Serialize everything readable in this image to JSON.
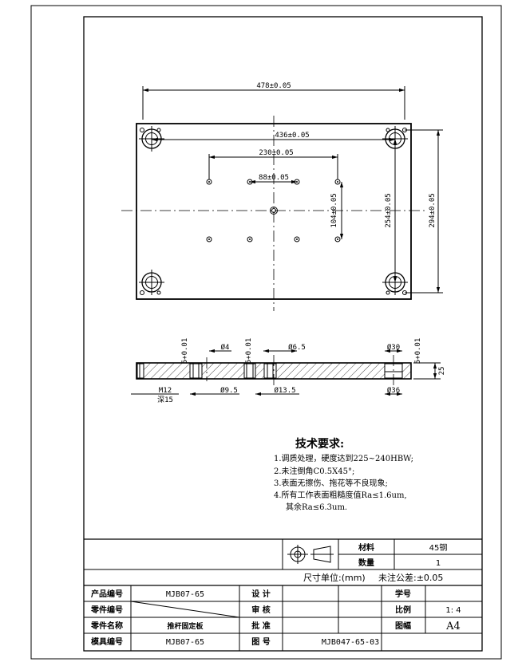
{
  "dimensions": {
    "d478": "478±0.05",
    "d436": "436±0.05",
    "d230": "230±0.05",
    "d88": "88±0.05",
    "d104": "104±0.05",
    "d254": "254±0.05",
    "d294": "294±0.05",
    "s_a": "5+0.01",
    "s_b": "5+0.01",
    "s_c": "5+0.01",
    "phi4": "Ø4",
    "phi65": "Ø6.5",
    "phi30": "Ø30",
    "phi95": "Ø9.5",
    "phi135": "Ø13.5",
    "phi36": "Ø36",
    "m12": "M12",
    "depth15": "深15",
    "t25": "25"
  },
  "requirements": {
    "title": "技术要求:",
    "items": [
      "1.调质处理，硬度达到225~240HBW;",
      "2.未注倒角C0.5X45°;",
      "3.表面无擦伤、拖花等不良现象;",
      "4.所有工作表面粗糙度值Ra≤1.6um,",
      "其余Ra≤6.3um."
    ]
  },
  "title_block": {
    "material_label": "材料",
    "material_value": "45钢",
    "qty_label": "数量",
    "qty_value": "1",
    "unit_text": "尺寸单位:(mm)",
    "tolerance_text": "未注公差:±0.05",
    "product_no_label": "产品编号",
    "product_no_value": "MJB07-65",
    "part_no_label": "零件编号",
    "part_name_label": "零件名称",
    "part_name_value": "推杆固定板",
    "mold_no_label": "模具编号",
    "mold_no_value": "MJB07-65",
    "design_label": "设 计",
    "review_label": "审 核",
    "approve_label": "批 准",
    "drawing_no_label": "图 号",
    "drawing_no_value": "MJB047-65-03",
    "student_no_label": "学号",
    "scale_label": "比例",
    "scale_value": "1: 4",
    "sheet_label": "图幅",
    "sheet_value": "A4"
  }
}
